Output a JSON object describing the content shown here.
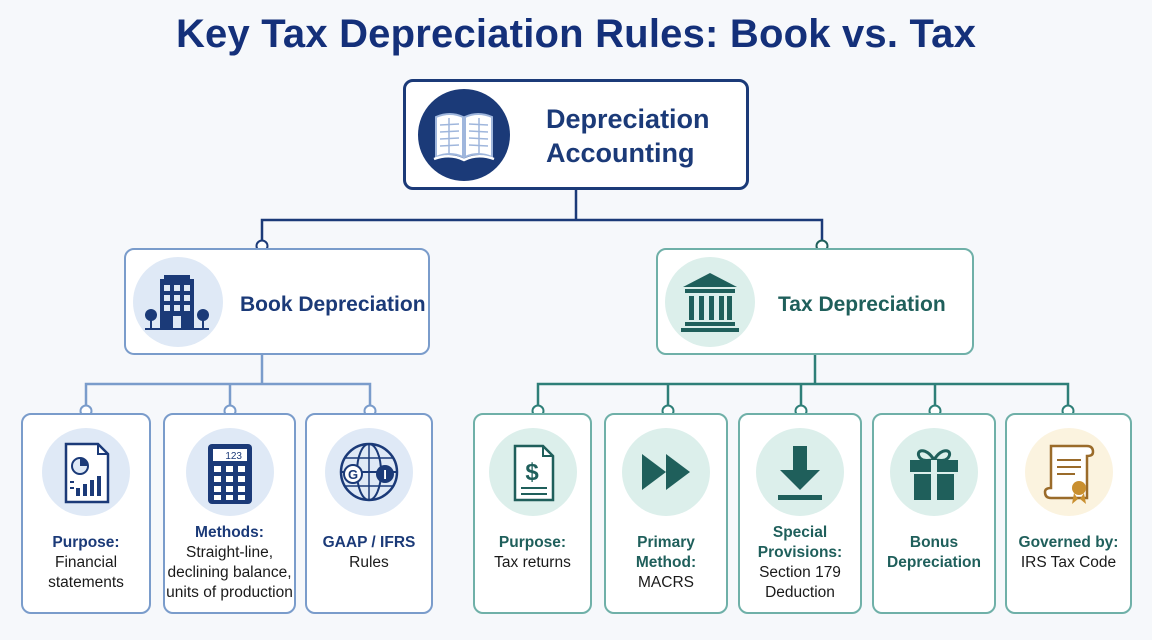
{
  "title": "Key Tax Depreciation Rules: Book vs. Tax",
  "root": {
    "line1": "Depreciation",
    "line2": "Accounting",
    "icon": "open-book-icon"
  },
  "book": {
    "label": "Book Depreciation",
    "icon": "office-building-icon",
    "accent": "#1b3a78",
    "leaves": [
      {
        "name": "purpose",
        "icon": "financial-report-icon",
        "bold": "Purpose:",
        "lines": [
          "Financial",
          "statements"
        ]
      },
      {
        "name": "methods",
        "icon": "calculator-icon",
        "icon_text": "123",
        "bold": "Methods:",
        "lines": [
          "Straight-line,",
          "declining balance,",
          "units of production"
        ]
      },
      {
        "name": "rules",
        "icon": "globe-icon",
        "icon_letters": [
          "G",
          "I"
        ],
        "bold": "GAAP / IFRS",
        "lines": [
          "Rules"
        ]
      }
    ]
  },
  "tax": {
    "label": "Tax Depreciation",
    "icon": "government-building-icon",
    "accent": "#1f5f5b",
    "leaves": [
      {
        "name": "purpose",
        "icon": "tax-document-icon",
        "bold": "Purpose:",
        "lines": [
          "Tax returns"
        ]
      },
      {
        "name": "primary-method",
        "icon": "fast-forward-icon",
        "bold": "Primary Method:",
        "lines": [
          "MACRS"
        ]
      },
      {
        "name": "special-provisions",
        "icon": "download-arrow-icon",
        "bold": "Special Provisions:",
        "lines": [
          "Section 179",
          "Deduction"
        ]
      },
      {
        "name": "bonus",
        "icon": "gift-icon",
        "bold": "Bonus",
        "bold2": "Depreciation",
        "lines": []
      },
      {
        "name": "governed-by",
        "icon": "certificate-scroll-icon",
        "bold": "Governed by:",
        "lines": [
          "IRS Tax Code"
        ]
      }
    ]
  }
}
